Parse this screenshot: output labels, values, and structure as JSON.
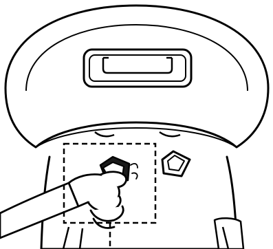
{
  "figure": {
    "subject": "line-drawing",
    "stroke_color": "#000000",
    "fill_color": "#ffffff",
    "parts": [
      {
        "name": "seat-back-shell",
        "icon": "curved-shell-outline"
      },
      {
        "name": "handle-slot",
        "icon": "rounded-rectangle-handle"
      },
      {
        "name": "side-clip",
        "icon": "square-clip"
      },
      {
        "name": "hand",
        "icon": "hand-pinching-tab"
      },
      {
        "name": "callout-box",
        "icon": "dashed-rectangle"
      }
    ]
  }
}
